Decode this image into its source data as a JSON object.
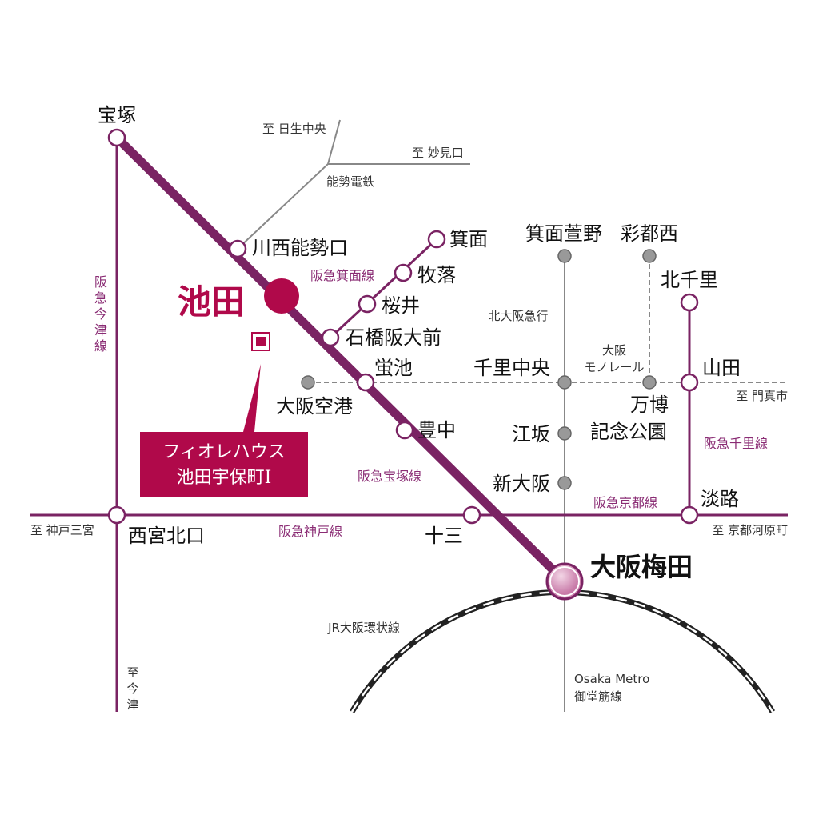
{
  "colors": {
    "hankyu": "#7a2363",
    "accent": "#b0094a",
    "gray": "#888888"
  },
  "stations": {
    "takarazuka": "宝塚",
    "kawanishi": "川西能勢口",
    "ikeda": "池田",
    "ishibashi": "石橋阪大前",
    "hotarugaike": "蛍池",
    "toyonaka": "豊中",
    "juso": "十三",
    "umeda": "大阪梅田",
    "minoo": "箕面",
    "makiochi": "牧落",
    "sakurai": "桜井",
    "nishinomiya": "西宮北口",
    "kayano": "箕面萱野",
    "saitonishi": "彩都西",
    "kitasenri": "北千里",
    "senrichuo": "千里中央",
    "yamada": "山田",
    "esaka": "江坂",
    "shinosaka": "新大阪",
    "banpaku": "万博\n記念公園",
    "banpaku1": "万博",
    "banpaku2": "記念公園",
    "awaji": "淡路",
    "airport": "大阪空港"
  },
  "lines": {
    "nose": "能勢電鉄",
    "minoo": "阪急箕面線",
    "imazu": [
      "阪",
      "急",
      "今",
      "津",
      "線"
    ],
    "kitakyu": "北大阪急行",
    "monorail1": "大阪",
    "monorail2": "モノレール",
    "takarazuka": "阪急宝塚線",
    "kobe": "阪急神戸線",
    "kyoto": "阪急京都線",
    "senri": "阪急千里線",
    "jr": "JR大阪環状線",
    "metro1": "Osaka Metro",
    "metro2": "御堂筋線"
  },
  "directions": {
    "nissei": "至 日生中央",
    "myoken": "至 妙見口",
    "kadoma": "至 門真市",
    "kobesannomiya": "至 神戸三宮",
    "kawaramachi": "至 京都河原町",
    "imazu": [
      "至",
      "今",
      "津"
    ]
  },
  "property": {
    "line1": "フィオレハウス",
    "line2": "池田宇保町Ⅰ"
  }
}
